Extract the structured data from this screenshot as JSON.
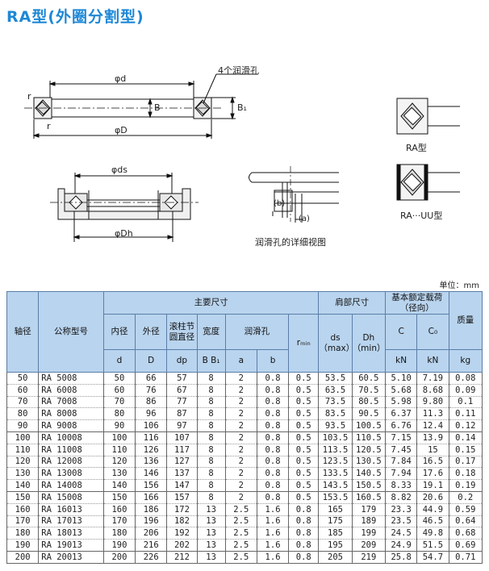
{
  "title": "RA型(外圈分割型)",
  "drawings": {
    "main_labels": [
      "φd",
      "4个润滑孔",
      "r",
      "B",
      "B₁",
      "r",
      "φD"
    ],
    "ds_label": "φds",
    "dh_label": "φDh",
    "detail_b": "(b)",
    "detail_a": "(a)",
    "detail_caption": "润滑孔的详细视图",
    "ra_caption": "RA型",
    "uu_caption": "RA···UU型"
  },
  "unit": "单位：mm",
  "table": {
    "header": {
      "shaft": "轴径",
      "model": "公称型号",
      "main_dims": "主要尺寸",
      "shoulder": "肩部尺寸",
      "load": "基本额定载荷（径向）",
      "mass": "质量",
      "inner": "内径",
      "outer": "外径",
      "pitch": "滚柱节圆直径",
      "width": "宽度",
      "lube": "润滑孔",
      "c": "C",
      "c0": "C₀",
      "sym_d": "d",
      "sym_D": "D",
      "sym_dp": "dp",
      "sym_BB1": "B  B₁",
      "sym_a": "a",
      "sym_b": "b",
      "sym_rmin": "rₘᵢₙ",
      "sym_ds": "ds（max）",
      "sym_dh": "Dh（min）",
      "sym_kN1": "kN",
      "sym_kN2": "kN",
      "sym_kg": "kg"
    },
    "rows": [
      [
        "50",
        "RA 5008",
        "50",
        "66",
        "57",
        "8",
        "2",
        "0.8",
        "0.5",
        "53.5",
        "60.5",
        "5.10",
        "7.19",
        "0.08"
      ],
      [
        "60",
        "RA 6008",
        "60",
        "76",
        "67",
        "8",
        "2",
        "0.8",
        "0.5",
        "63.5",
        "70.5",
        "5.68",
        "8.68",
        "0.09"
      ],
      [
        "70",
        "RA 7008",
        "70",
        "86",
        "77",
        "8",
        "2",
        "0.8",
        "0.5",
        "73.5",
        "80.5",
        "5.98",
        "9.80",
        "0.1"
      ],
      [
        "80",
        "RA 8008",
        "80",
        "96",
        "87",
        "8",
        "2",
        "0.8",
        "0.5",
        "83.5",
        "90.5",
        "6.37",
        "11.3",
        "0.11"
      ],
      [
        "90",
        "RA 9008",
        "90",
        "106",
        "97",
        "8",
        "2",
        "0.8",
        "0.5",
        "93.5",
        "100.5",
        "6.76",
        "12.4",
        "0.12"
      ],
      [
        "100",
        "RA 10008",
        "100",
        "116",
        "107",
        "8",
        "2",
        "0.8",
        "0.5",
        "103.5",
        "110.5",
        "7.15",
        "13.9",
        "0.14"
      ],
      [
        "110",
        "RA 11008",
        "110",
        "126",
        "117",
        "8",
        "2",
        "0.8",
        "0.5",
        "113.5",
        "120.5",
        "7.45",
        "15",
        "0.15"
      ],
      [
        "120",
        "RA 12008",
        "120",
        "136",
        "127",
        "8",
        "2",
        "0.8",
        "0.5",
        "123.5",
        "130.5",
        "7.84",
        "16.5",
        "0.17"
      ],
      [
        "130",
        "RA 13008",
        "130",
        "146",
        "137",
        "8",
        "2",
        "0.8",
        "0.5",
        "133.5",
        "140.5",
        "7.94",
        "17.6",
        "0.18"
      ],
      [
        "140",
        "RA 14008",
        "140",
        "156",
        "147",
        "8",
        "2",
        "0.8",
        "0.5",
        "143.5",
        "150.5",
        "8.33",
        "19.1",
        "0.19"
      ],
      [
        "150",
        "RA 15008",
        "150",
        "166",
        "157",
        "8",
        "2",
        "0.8",
        "0.5",
        "153.5",
        "160.5",
        "8.82",
        "20.6",
        "0.2"
      ],
      [
        "160",
        "RA 16013",
        "160",
        "186",
        "172",
        "13",
        "2.5",
        "1.6",
        "0.8",
        "165",
        "179",
        "23.3",
        "44.9",
        "0.59"
      ],
      [
        "170",
        "RA 17013",
        "170",
        "196",
        "182",
        "13",
        "2.5",
        "1.6",
        "0.8",
        "175",
        "189",
        "23.5",
        "46.5",
        "0.64"
      ],
      [
        "180",
        "RA 18013",
        "180",
        "206",
        "192",
        "13",
        "2.5",
        "1.6",
        "0.8",
        "185",
        "199",
        "24.5",
        "49.8",
        "0.68"
      ],
      [
        "190",
        "RA 19013",
        "190",
        "216",
        "202",
        "13",
        "2.5",
        "1.6",
        "0.8",
        "195",
        "209",
        "24.9",
        "51.5",
        "0.69"
      ],
      [
        "200",
        "RA 20013",
        "200",
        "226",
        "212",
        "13",
        "2.5",
        "1.6",
        "0.8",
        "205",
        "219",
        "25.8",
        "54.7",
        "0.71"
      ]
    ]
  }
}
